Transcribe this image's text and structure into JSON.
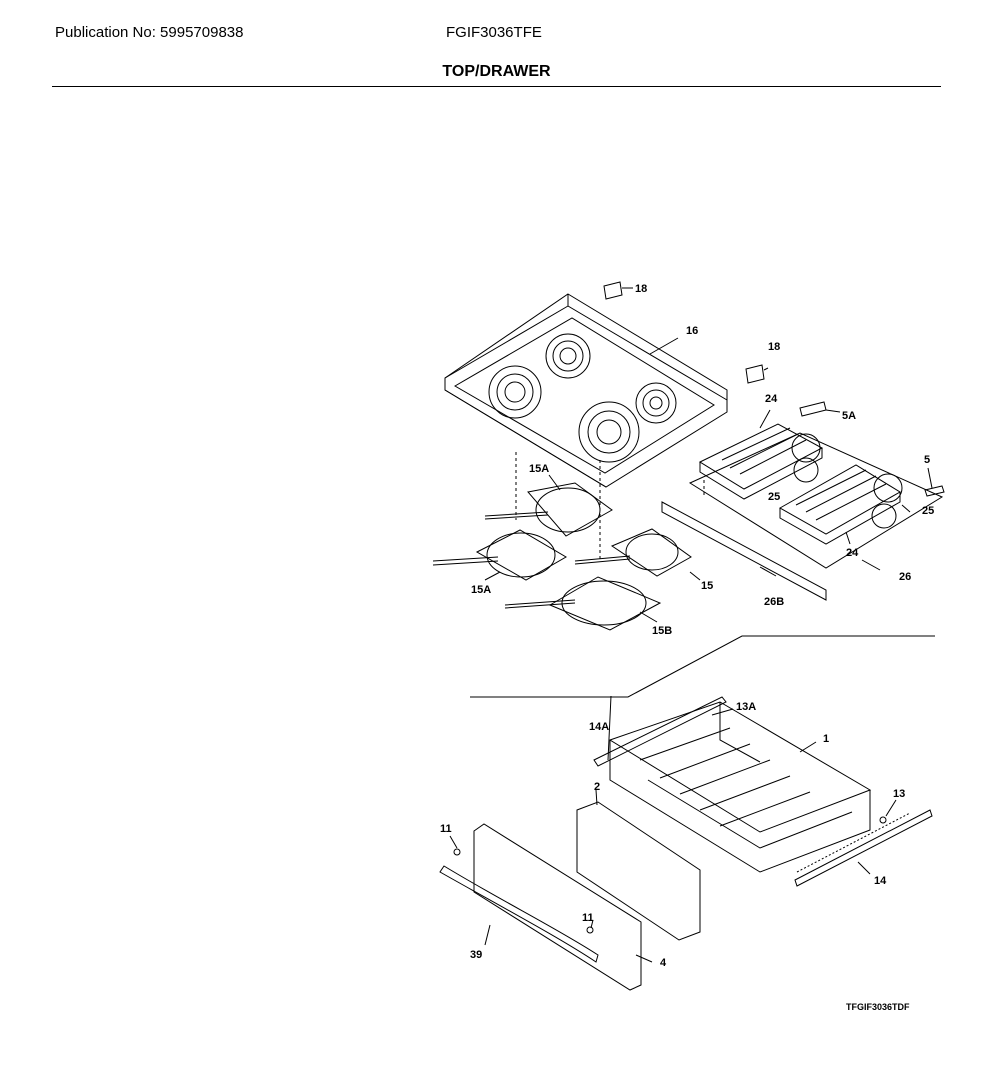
{
  "header": {
    "publication": "Publication No: 5995709838",
    "model": "FGIF3036TFE",
    "title": "TOP/DRAWER"
  },
  "diagram": {
    "code": "TFGIF3036TDF",
    "callouts": [
      "18",
      "16",
      "18",
      "5A",
      "24",
      "25",
      "5",
      "25",
      "24",
      "26",
      "26B",
      "15A",
      "15A",
      "15",
      "15B",
      "13A",
      "14A",
      "1",
      "2",
      "13",
      "11",
      "14",
      "11",
      "39",
      "4"
    ]
  }
}
